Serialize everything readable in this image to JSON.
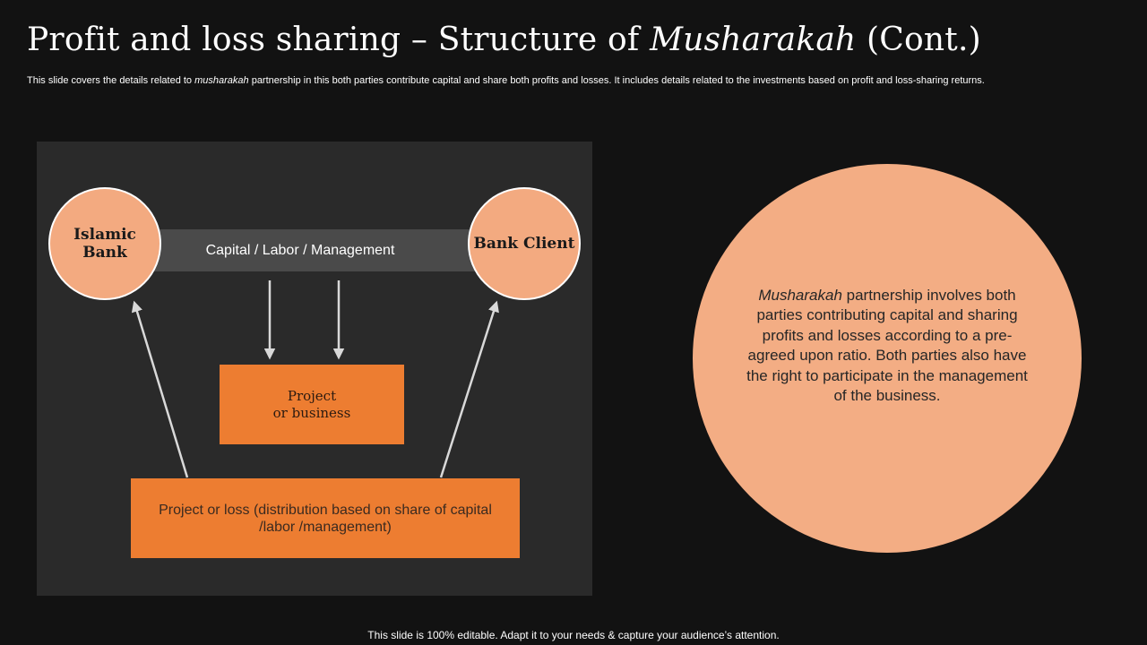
{
  "slide": {
    "title_prefix": "Profit and loss sharing – Structure of ",
    "title_italic": "Musharakah",
    "title_suffix": " (Cont.)",
    "subtitle_prefix": "This slide covers the details related to ",
    "subtitle_italic": "musharakah",
    "subtitle_suffix": " partnership in this both parties contribute capital and share both profits and losses. It includes details related to the investments based on profit and loss-sharing returns.",
    "footer": "This slide is 100% editable. Adapt it to your needs & capture your audience’s attention."
  },
  "diagram": {
    "left_node": "Islamic Bank",
    "right_node": "Bank Client",
    "band_label": "Capital  / Labor / Management",
    "project_box": "Project\nor business",
    "result_box": "Project or loss (distribution based on share of capital /labor /management)"
  },
  "description": {
    "italic_lead": "Musharakah",
    "text": " partnership involves both parties contributing capital and sharing profits and losses according to a pre-agreed upon ratio.  Both parties also have the right to participate in the management of the business."
  },
  "colors": {
    "background": "#121212",
    "panel": "#2a2a2a",
    "accent_orange": "#ed7d31",
    "peach": "#f3aa80"
  }
}
